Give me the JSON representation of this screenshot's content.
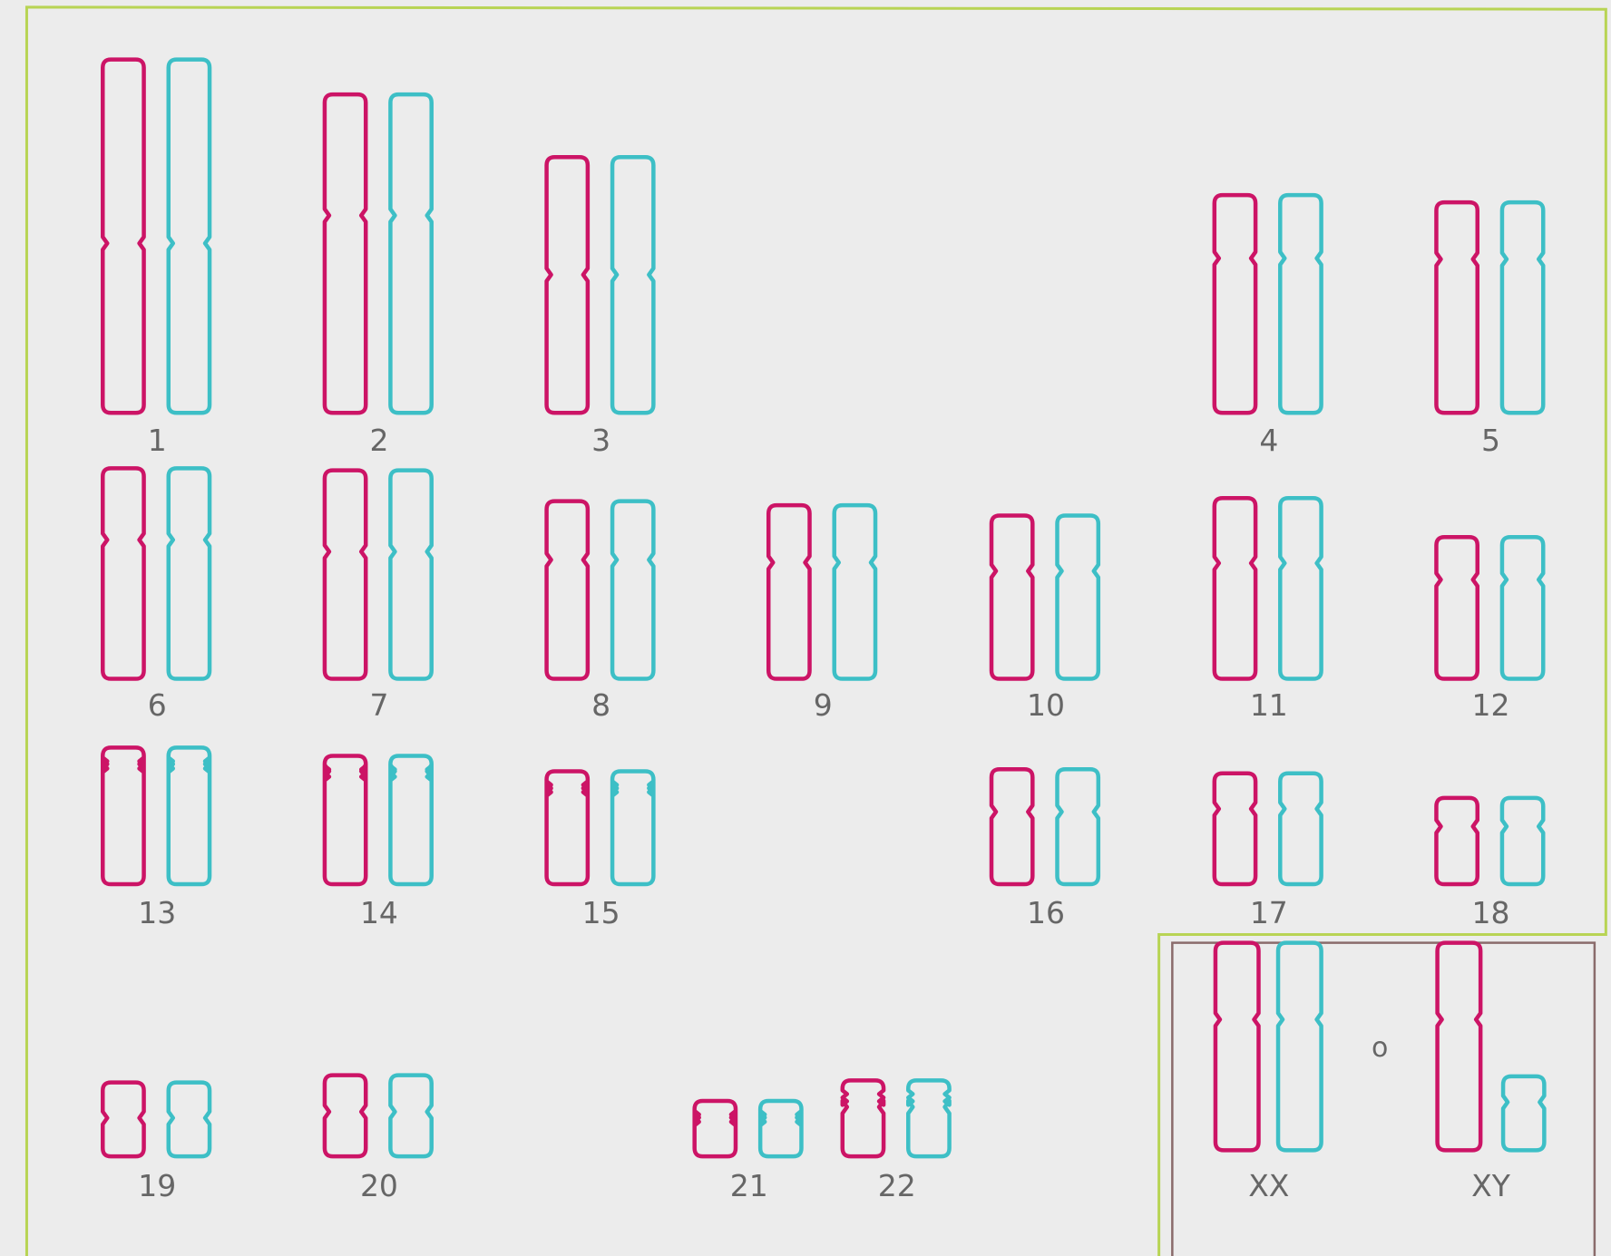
{
  "colors": {
    "maternal": "#cc1466",
    "paternal": "#3dbfc6",
    "frame": "#b8d454",
    "sex_box": "#8a6b6b",
    "label": "#666666",
    "background": "#ececec"
  },
  "karyotype": [
    {
      "label": "1",
      "maternal": "normal",
      "paternal": "normal"
    },
    {
      "label": "2",
      "maternal": "normal",
      "paternal": "normal"
    },
    {
      "label": "3",
      "maternal": "normal",
      "paternal": "normal"
    },
    {
      "label": "4",
      "maternal": "normal",
      "paternal": "normal"
    },
    {
      "label": "5",
      "maternal": "normal",
      "paternal": "normal"
    },
    {
      "label": "6",
      "maternal": "normal",
      "paternal": "normal"
    },
    {
      "label": "7",
      "maternal": "normal",
      "paternal": "normal"
    },
    {
      "label": "8",
      "maternal": "normal",
      "paternal": "normal"
    },
    {
      "label": "9",
      "maternal": "normal",
      "paternal": "normal"
    },
    {
      "label": "10",
      "maternal": "normal",
      "paternal": "normal"
    },
    {
      "label": "11",
      "maternal": "normal",
      "paternal": "normal"
    },
    {
      "label": "12",
      "maternal": "normal",
      "paternal": "normal"
    },
    {
      "label": "13",
      "maternal": "satellite",
      "paternal": "satellite"
    },
    {
      "label": "14",
      "maternal": "satellite",
      "paternal": "satellite"
    },
    {
      "label": "15",
      "maternal": "satellite",
      "paternal": "satellite"
    },
    {
      "label": "16",
      "maternal": "normal",
      "paternal": "normal"
    },
    {
      "label": "17",
      "maternal": "normal",
      "paternal": "normal"
    },
    {
      "label": "18",
      "maternal": "normal",
      "paternal": "normal"
    },
    {
      "label": "19",
      "maternal": "normal",
      "paternal": "normal"
    },
    {
      "label": "20",
      "maternal": "normal",
      "paternal": "normal"
    },
    {
      "label": "21",
      "maternal": "satellite",
      "paternal": "satellite"
    },
    {
      "label": "22",
      "maternal": "satellite",
      "paternal": "satellite"
    }
  ],
  "sex_chromosomes": [
    {
      "label": "XX"
    },
    {
      "label": "XY"
    }
  ],
  "separator": "o"
}
